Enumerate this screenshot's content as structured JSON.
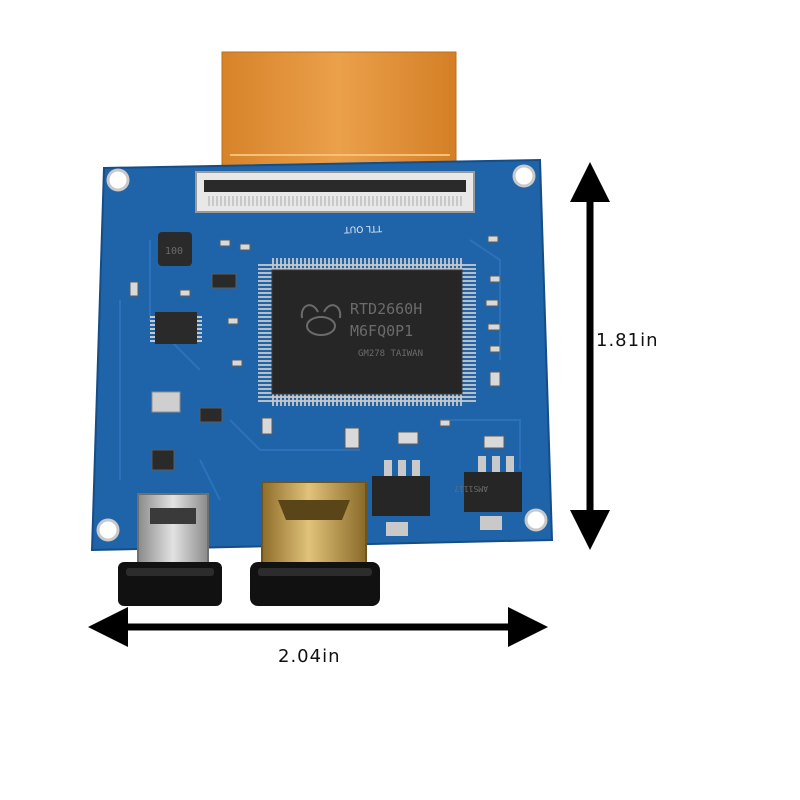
{
  "dimensions": {
    "width_label": "2.04in",
    "height_label": "1.81in"
  },
  "board": {
    "connector_label": "TTL OUT",
    "main_chip": {
      "line1": "RTD2660H",
      "line2": "M6FQ0P1",
      "line3": "GM278 TAIWAN"
    },
    "inductor_label": "100",
    "regulator_label": "AMS1117",
    "colors": {
      "pcb": "#1f63a8",
      "flex_cable": "#e0922f",
      "chip": "#262626",
      "metal": "#b8b8b8",
      "gold": "#c9a24a",
      "cable_black": "#111111"
    }
  }
}
